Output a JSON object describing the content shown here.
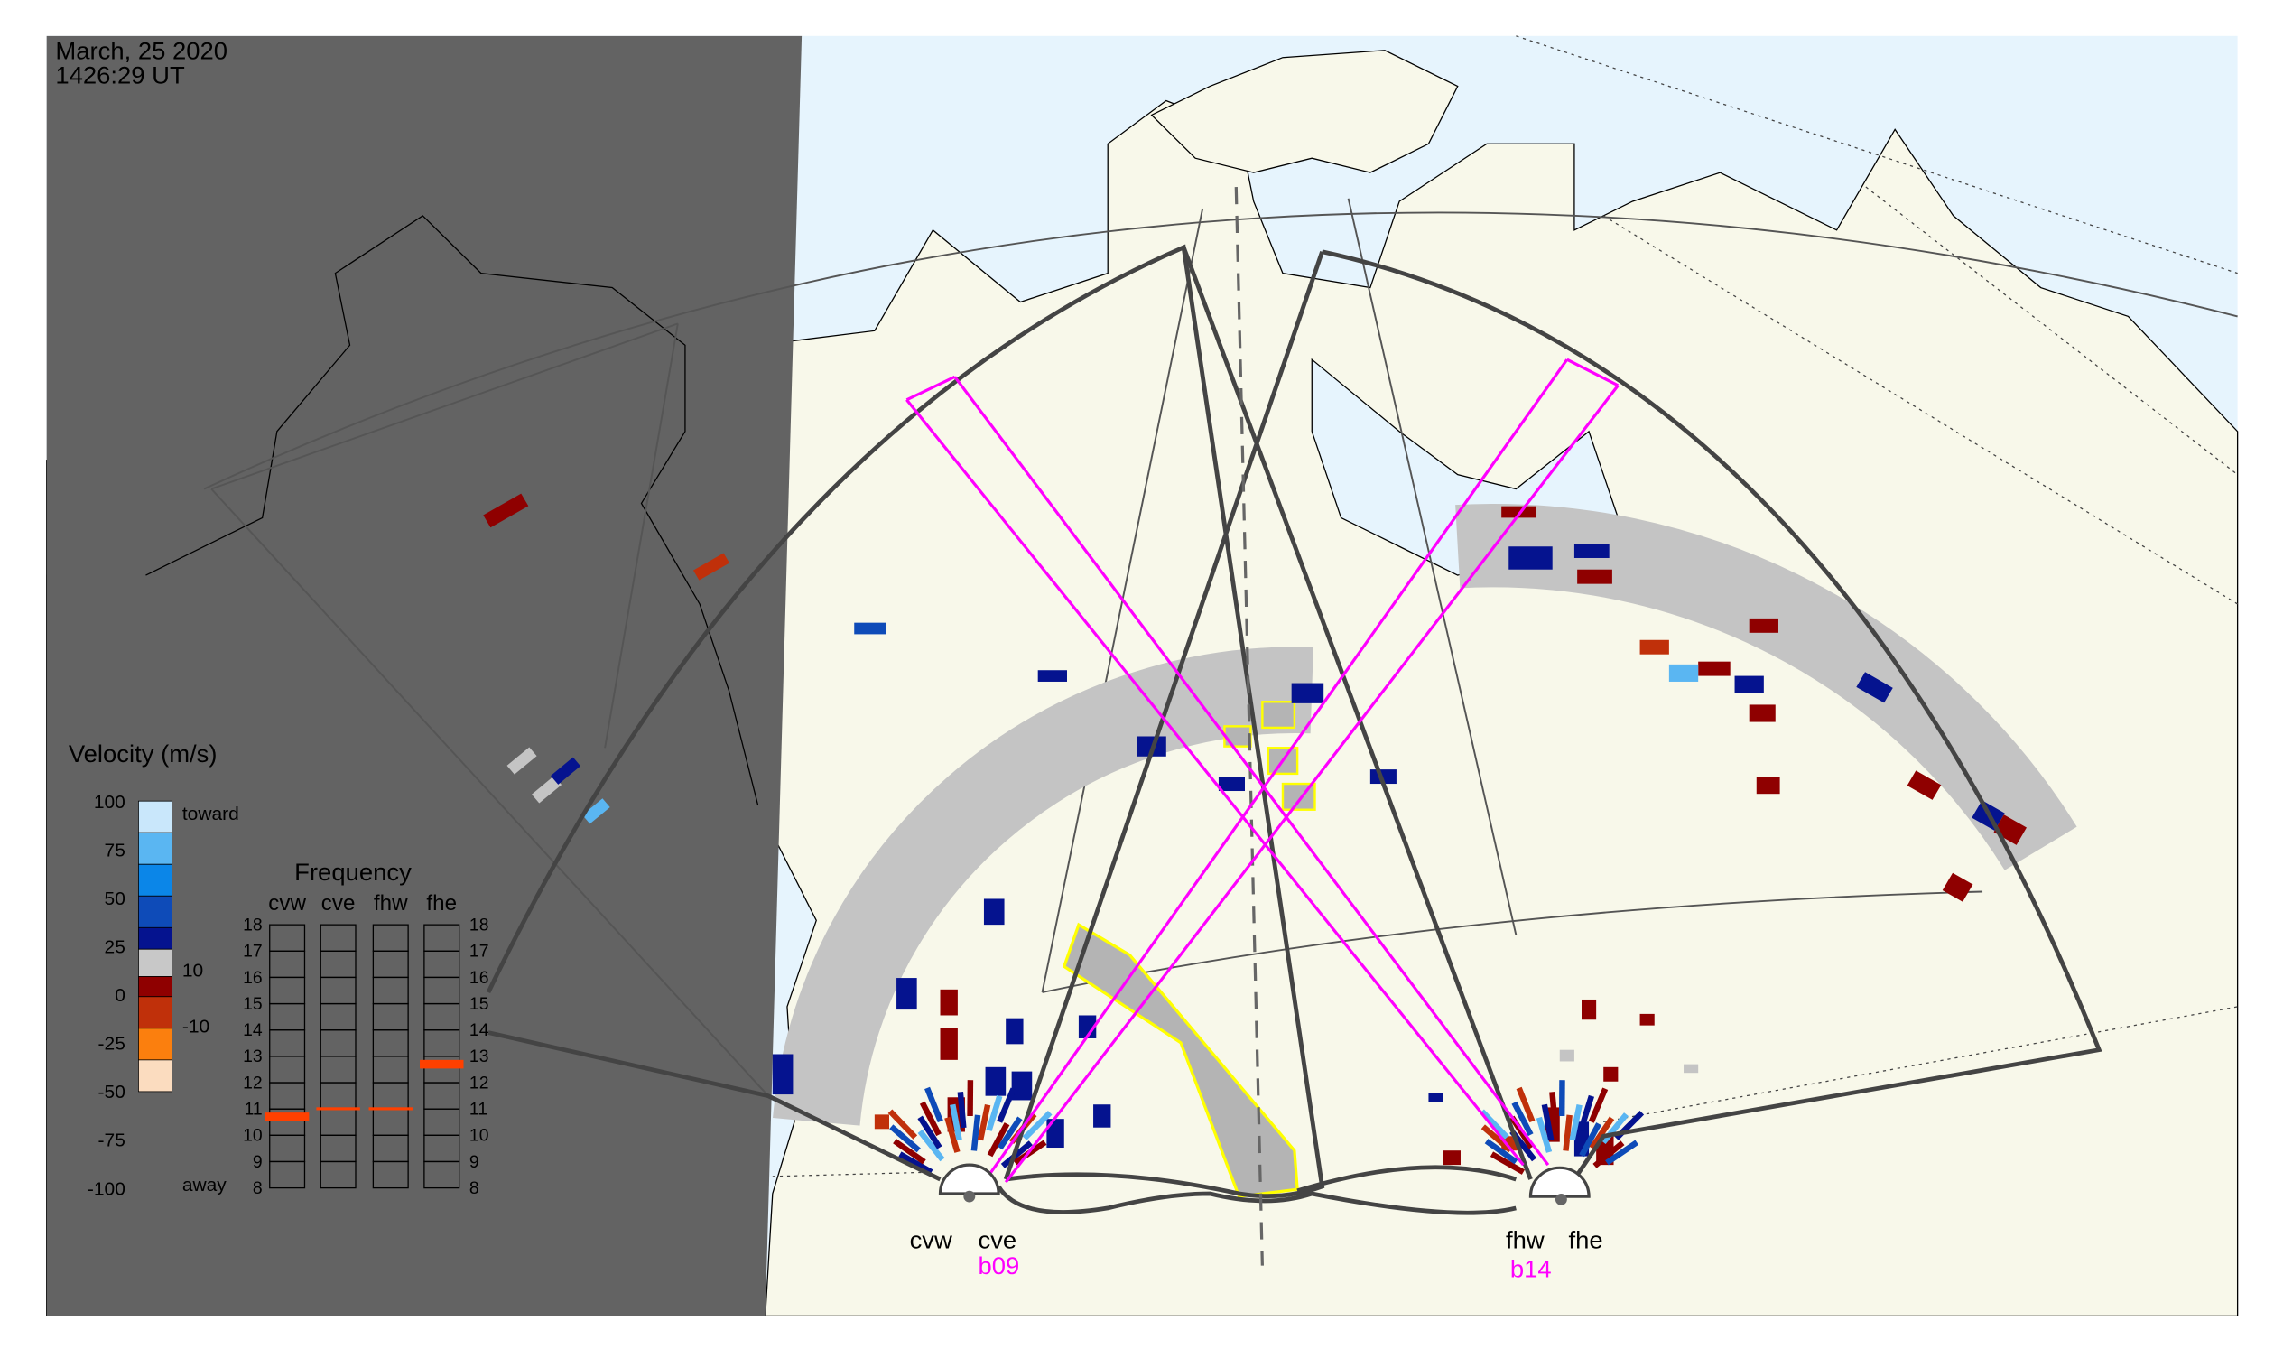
{
  "header": {
    "date": "March, 25 2020",
    "time": "1426:29 UT"
  },
  "velocity_legend": {
    "title": "Velocity (m/s)",
    "ticks": [
      "100",
      "75",
      "50",
      "25",
      "0",
      "-25",
      "-50",
      "-75",
      "-100"
    ],
    "toward_label": "toward",
    "away_label": "away",
    "threshold_pos": "10",
    "threshold_neg": "-10",
    "colors": [
      "#c9e7fb",
      "#5ab6f2",
      "#0b86e8",
      "#0e4bb8",
      "#05138f",
      "#c8c8c8",
      "#8f0000",
      "#c0300a",
      "#fb7f0e",
      "#fbdcbf"
    ]
  },
  "frequency_panel": {
    "title": "Frequency",
    "columns": [
      "cvw",
      "cve",
      "fhw",
      "fhe"
    ],
    "axis_ticks": [
      "8",
      "9",
      "10",
      "11",
      "12",
      "13",
      "14",
      "15",
      "16",
      "17",
      "18"
    ],
    "active_mhz": {
      "cvw": 10.7,
      "cve": 10.9,
      "fhw": 10.9,
      "fhe": 12.7
    },
    "marker_color": "#ff4000"
  },
  "radars": {
    "christmas_valley": {
      "west": "cvw",
      "east": "cve",
      "beam": "b09"
    },
    "fort_hays": {
      "west": "fhw",
      "east": "fhe",
      "beam": "b14"
    }
  },
  "colors": {
    "ocean": "#e6f4fd",
    "land": "#f8f8ea",
    "night": "#636363",
    "beam": "#ff00ff",
    "highlight": "#ffff00",
    "ground_scatter": "#c4c4c4"
  }
}
